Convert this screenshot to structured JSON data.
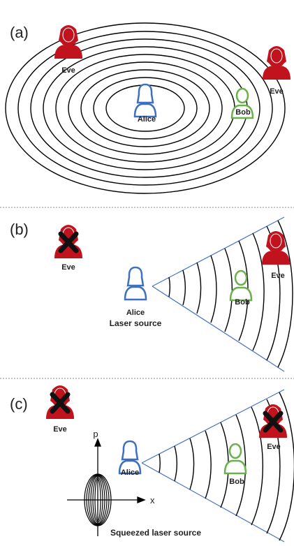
{
  "colors": {
    "eve": "#c0131e",
    "alice": "#3f6fbf",
    "bob": "#6ab04c",
    "ray": "#4472c4",
    "wave": "#000000",
    "separator": "#888888",
    "cross": "#111111"
  },
  "panel_a": {
    "label": "(a)",
    "eve_left": "Eve",
    "eve_right": "Eve",
    "alice": "Alice",
    "bob": "Bob"
  },
  "panel_b": {
    "label": "(b)",
    "eve_blocked": "Eve",
    "eve_cone": "Eve",
    "alice": "Alice",
    "source": "Laser source",
    "bob": "Bob"
  },
  "panel_c": {
    "label": "(c)",
    "eve_blocked": "Eve",
    "eve_cone_blocked": "Eve",
    "alice": "Alice",
    "bob": "Bob",
    "axis_p": "p",
    "axis_x": "x",
    "source": "Squeezed laser source"
  },
  "icons": {
    "person": "person-icon",
    "cross": "cross-icon"
  }
}
